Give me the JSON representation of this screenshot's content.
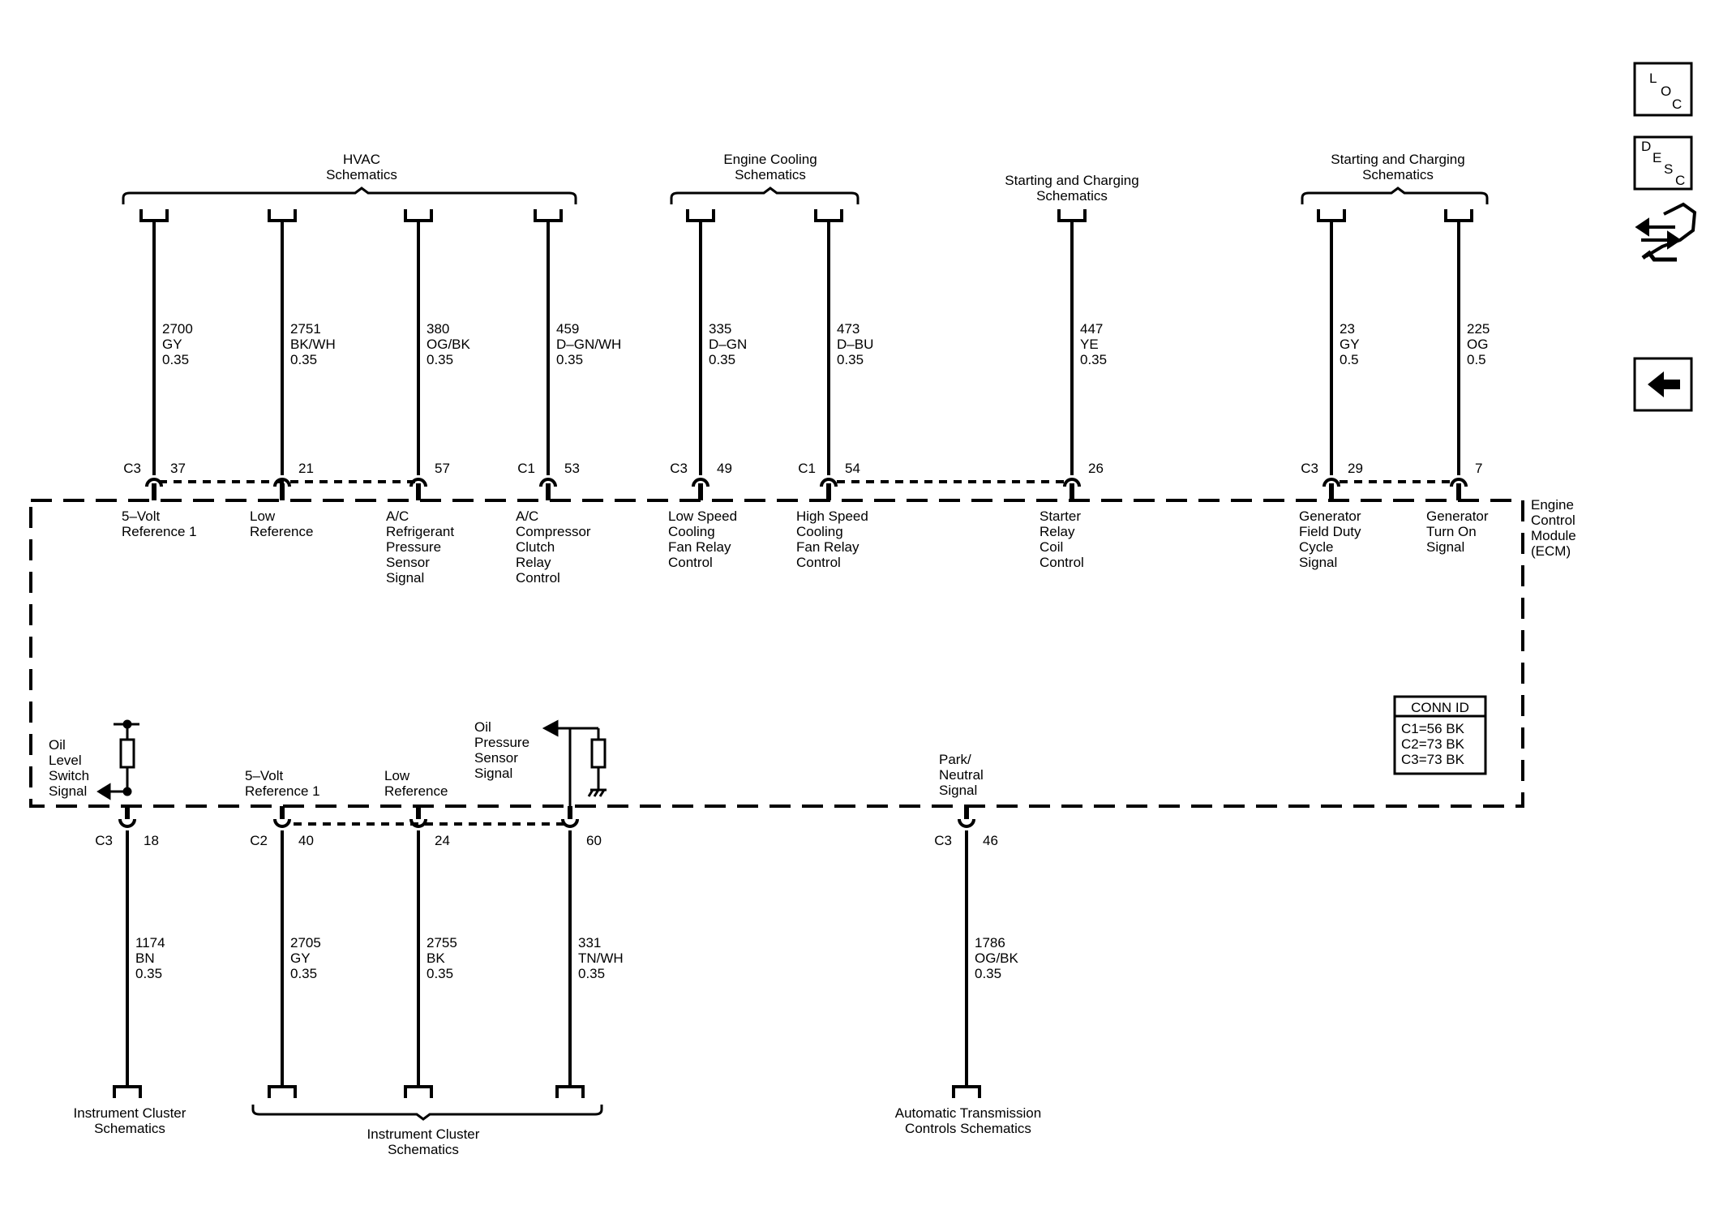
{
  "module": {
    "name_lines": [
      "Engine",
      "Control",
      "Module",
      "(ECM)"
    ]
  },
  "conn_id": {
    "title": "CONN ID",
    "rows": [
      "C1=56 BK",
      "C2=73 BK",
      "C3=73 BK"
    ]
  },
  "nav": {
    "loc": [
      "L",
      "O",
      "C"
    ],
    "desc": [
      "D",
      "E",
      "S",
      "C"
    ]
  },
  "groups_top": [
    {
      "lines": [
        "HVAC",
        "Schematics"
      ]
    },
    {
      "lines": [
        "Engine Cooling",
        "Schematics"
      ]
    },
    {
      "lines": [
        "Starting and Charging",
        "Schematics"
      ]
    },
    {
      "lines": [
        "Starting and Charging",
        "Schematics"
      ]
    }
  ],
  "groups_bottom": [
    {
      "lines": [
        "Instrument Cluster",
        "Schematics"
      ]
    },
    {
      "lines": [
        "Instrument Cluster",
        "Schematics"
      ]
    },
    {
      "lines": [
        "Automatic Transmission",
        "Controls Schematics"
      ]
    }
  ],
  "circuits_top": [
    {
      "conn": "C3",
      "pin": "37",
      "wire": [
        "2700",
        "GY",
        "0.35"
      ],
      "signal": [
        "5–Volt",
        "Reference 1"
      ]
    },
    {
      "conn": "",
      "pin": "21",
      "wire": [
        "2751",
        "BK/WH",
        "0.35"
      ],
      "signal": [
        "Low",
        "Reference"
      ]
    },
    {
      "conn": "",
      "pin": "57",
      "wire": [
        "380",
        "OG/BK",
        "0.35"
      ],
      "signal": [
        "A/C",
        "Refrigerant",
        "Pressure",
        "Sensor",
        "Signal"
      ]
    },
    {
      "conn": "C1",
      "pin": "53",
      "wire": [
        "459",
        "D–GN/WH",
        "0.35"
      ],
      "signal": [
        "A/C",
        "Compressor",
        "Clutch",
        "Relay",
        "Control"
      ]
    },
    {
      "conn": "C3",
      "pin": "49",
      "wire": [
        "335",
        "D–GN",
        "0.35"
      ],
      "signal": [
        "Low Speed",
        "Cooling",
        "Fan Relay",
        "Control"
      ]
    },
    {
      "conn": "C1",
      "pin": "54",
      "wire": [
        "473",
        "D–BU",
        "0.35"
      ],
      "signal": [
        "High Speed",
        "Cooling",
        "Fan Relay",
        "Control"
      ]
    },
    {
      "conn": "",
      "pin": "26",
      "wire": [
        "447",
        "YE",
        "0.35"
      ],
      "signal": [
        "Starter",
        "Relay",
        "Coil",
        "Control"
      ]
    },
    {
      "conn": "C3",
      "pin": "29",
      "wire": [
        "23",
        "GY",
        "0.5"
      ],
      "signal": [
        "Generator",
        "Field Duty",
        "Cycle",
        "Signal"
      ]
    },
    {
      "conn": "",
      "pin": "7",
      "wire": [
        "225",
        "OG",
        "0.5"
      ],
      "signal": [
        "Generator",
        "Turn On",
        "Signal"
      ]
    }
  ],
  "circuits_bottom": [
    {
      "conn": "C3",
      "pin": "18",
      "wire": [
        "1174",
        "BN",
        "0.35"
      ],
      "signal": [
        "Oil",
        "Level",
        "Switch",
        "Signal"
      ]
    },
    {
      "conn": "C2",
      "pin": "40",
      "wire": [
        "2705",
        "GY",
        "0.35"
      ],
      "signal": [
        "5–Volt",
        "Reference 1"
      ]
    },
    {
      "conn": "",
      "pin": "24",
      "wire": [
        "2755",
        "BK",
        "0.35"
      ],
      "signal": [
        "Low",
        "Reference"
      ]
    },
    {
      "conn": "",
      "pin": "60",
      "wire": [
        "331",
        "TN/WH",
        "0.35"
      ],
      "signal": [
        "Oil",
        "Pressure",
        "Sensor",
        "Signal"
      ]
    },
    {
      "conn": "C3",
      "pin": "46",
      "wire": [
        "1786",
        "OG/BK",
        "0.35"
      ],
      "signal": [
        "Park/",
        "Neutral",
        "Signal"
      ]
    }
  ]
}
